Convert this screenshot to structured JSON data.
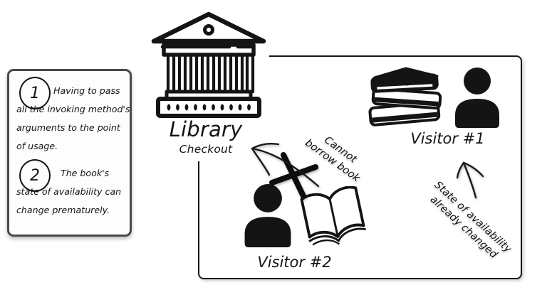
{
  "notes_panel": {
    "items": [
      {
        "number": "1",
        "lines": [
          "Having to pass",
          "all the invoking method's",
          "arguments to the point",
          "of usage."
        ]
      },
      {
        "number": "2",
        "lines": [
          "The book's",
          "state of availability can",
          "change prematurely."
        ]
      }
    ]
  },
  "library": {
    "title": "Library",
    "subtitle": "Checkout"
  },
  "diagram": {
    "visitor1": {
      "label": "Visitor #1"
    },
    "visitor2": {
      "label": "Visitor #2"
    },
    "annotations": {
      "cannot_borrow": {
        "lines": [
          "Cannot",
          "borrow book"
        ]
      },
      "state_changed": {
        "lines": [
          "State of availability",
          "already changed"
        ]
      }
    },
    "icons": {
      "library": "library-building-icon",
      "visitor1": [
        "books-stack-icon",
        "person-icon"
      ],
      "visitor2": [
        "person-icon",
        "open-book-icon"
      ],
      "symbols": [
        "x-mark-icon",
        "curved-arrow-icon",
        "up-arrow-icon"
      ]
    }
  },
  "colors": {
    "ink": "#141414",
    "panel_border": "#4a4a4a",
    "background": "#ffffff"
  }
}
